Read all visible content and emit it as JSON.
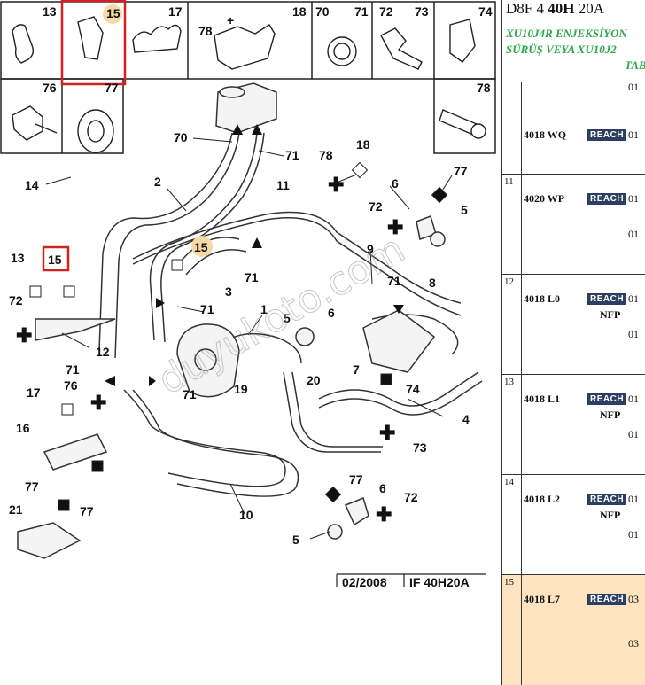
{
  "panel": {
    "code_prefix": "D8F 4",
    "code_bold": "40H",
    "code_suffix": "20A",
    "desc_line1": "XU10J4R ENJEKSİYON",
    "desc_line2": "SÜRÜŞ VEYA XU10J2",
    "desc_line3": "TAB",
    "top_qty": "01",
    "rows": [
      {
        "num": "",
        "ref": "4018 WQ",
        "reach": "REACH",
        "nfp": "",
        "qty1": "01",
        "qty2": ""
      },
      {
        "num": "11",
        "ref": "4020 WP",
        "reach": "REACH",
        "nfp": "",
        "qty1": "01",
        "qty2": "01"
      },
      {
        "num": "12",
        "ref": "4018 L0",
        "reach": "REACH",
        "nfp": "NFP",
        "qty1": "01",
        "qty2": "01"
      },
      {
        "num": "13",
        "ref": "4018 L1",
        "reach": "REACH",
        "nfp": "NFP",
        "qty1": "01",
        "qty2": "01"
      },
      {
        "num": "14",
        "ref": "4018 L2",
        "reach": "REACH",
        "nfp": "NFP",
        "qty1": "01",
        "qty2": "01"
      },
      {
        "num": "15",
        "ref": "4018 L7",
        "reach": "REACH",
        "nfp": "",
        "qty1": "03",
        "qty2": "03"
      }
    ]
  },
  "diagram": {
    "stamp_date": "02/2008",
    "stamp_ref": "IF 40H20A",
    "watermark": "duyukoto.com",
    "header_cells": [
      "13",
      "15",
      "17",
      "18",
      "70",
      "71",
      "72",
      "73",
      "74"
    ],
    "header_cells_row2": [
      "76",
      "77",
      "78"
    ],
    "callouts": [
      "70",
      "71",
      "14",
      "2",
      "11",
      "78",
      "18",
      "6",
      "77",
      "72",
      "5",
      "13",
      "15",
      "15",
      "9",
      "71",
      "8",
      "71",
      "3",
      "72",
      "1",
      "5",
      "6",
      "12",
      "71",
      "7",
      "74",
      "17",
      "76",
      "19",
      "20",
      "16",
      "4",
      "73",
      "10",
      "77",
      "6",
      "72",
      "77",
      "21",
      "5",
      "78"
    ]
  }
}
